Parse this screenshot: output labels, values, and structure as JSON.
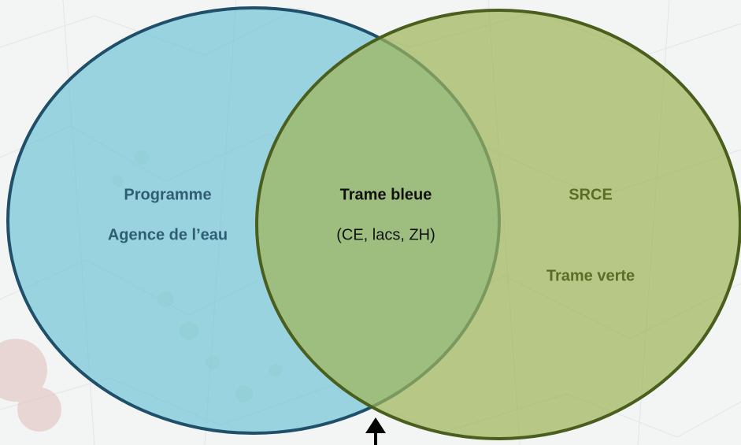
{
  "left_circle": {
    "line1": "Programme",
    "line2": "Agence de l’eau",
    "fill": "#6fc2d6",
    "stroke": "#1f4f6a",
    "text_color": "#2f5e72"
  },
  "intersection": {
    "title": "Trame bleue",
    "subtitle": "(CE, lacs, ZH)",
    "text_color": "#111111"
  },
  "right_circle": {
    "line1": "SRCE",
    "line2": "Trame verte",
    "fill": "#9fb65a",
    "stroke": "#4a5e1e",
    "text_color": "#5a6d25"
  },
  "arrow": {
    "icon": "up-arrow-icon",
    "color": "#000000"
  }
}
